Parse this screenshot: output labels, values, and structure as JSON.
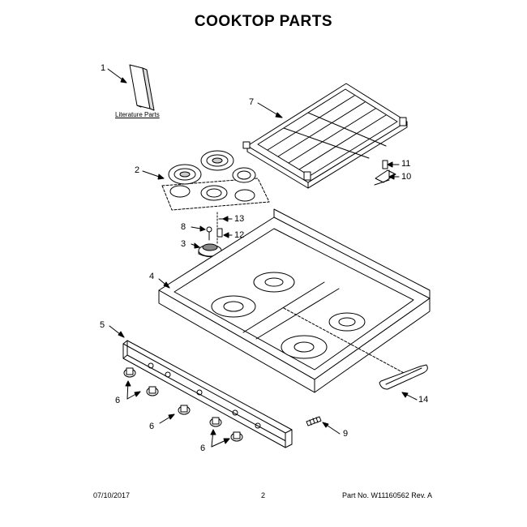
{
  "title": "COOKTOP PARTS",
  "literature_label": "Literature Parts",
  "callouts": {
    "c1": "1",
    "c2": "2",
    "c3": "3",
    "c4": "4",
    "c5": "5",
    "c6a": "6",
    "c6b": "6",
    "c6c": "6",
    "c7": "7",
    "c8": "8",
    "c9": "9",
    "c10": "10",
    "c11": "11",
    "c12": "12",
    "c13": "13",
    "c14": "14"
  },
  "footer": {
    "date": "07/10/2017",
    "page": "2",
    "part_no": "Part No. W11160562  Rev. A"
  }
}
